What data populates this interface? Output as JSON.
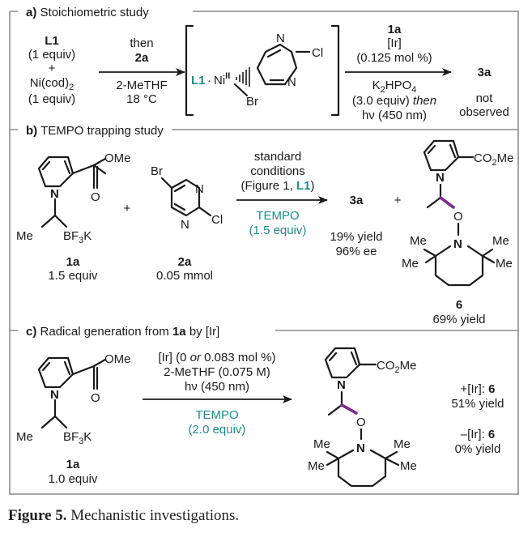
{
  "caption": {
    "label": "Figure 5.",
    "text": "Mechanistic investigations."
  },
  "panel_a": {
    "letter": "a)",
    "title": "Stoichiometric study",
    "reagent1": "L1",
    "reagent1_amount": "(1 equiv)",
    "plus": "+",
    "reagent2": "Ni(cod)",
    "reagent2_sub": "2",
    "reagent2_amount": "(1 equiv)",
    "then": "then",
    "then_reagent": "2a",
    "solvent": "2-MeTHF",
    "temp": "18 °C",
    "complex_ligand": "L1",
    "complex_metal": "Ni",
    "complex_ox": "II",
    "N1": "N",
    "N2": "N",
    "Cl": "Cl",
    "Br": "Br",
    "above_arrow": [
      "1a",
      "[Ir]",
      "(0.125 mol %)"
    ],
    "below_arrow_base": "K",
    "below_arrow_sub1": "2",
    "below_arrow_mid": "HPO",
    "below_arrow_sub2": "4",
    "below_arrow_equiv": "(3.0 equiv)",
    "below_arrow_then": "then",
    "light": "hν (450 nm)",
    "product": "3a",
    "product_status_1": "not",
    "product_status_2": "observed"
  },
  "panel_b": {
    "letter": "b)",
    "title": "TEMPO trapping study",
    "s1_N": "N",
    "s1_O": "O",
    "s1_OMe": "OMe",
    "s1_Me": "Me",
    "s1_BF3K_a": "BF",
    "s1_BF3K_sub": "3",
    "s1_BF3K_b": "K",
    "s1_label": "1a",
    "s1_amount": "1.5 equiv",
    "plus1": "+",
    "s2_Br": "Br",
    "s2_N1": "N",
    "s2_N2": "N",
    "s2_Cl": "Cl",
    "s2_label": "2a",
    "s2_amount": "0.05 mmol",
    "above_arrow": [
      "standard",
      "conditions",
      "(Figure 1,",
      "L1",
      ")"
    ],
    "below_arrow": [
      "TEMPO",
      "(1.5 equiv)"
    ],
    "product": "3a",
    "product_yield": "19% yield",
    "product_ee": "96% ee",
    "plus2": "+",
    "p6_N": "N",
    "p6_CO2Me_a": "CO",
    "p6_CO2Me_sub": "2",
    "p6_CO2Me_b": "Me",
    "p6_O": "O",
    "p6_N2": "N",
    "p6_Me": [
      "Me",
      "Me",
      "Me"
    ],
    "p6_label": "6",
    "p6_yield": "69% yield"
  },
  "panel_c": {
    "letter": "c)",
    "title_pre": "Radical generation from",
    "title_bold": "1a",
    "title_post": "by [Ir]",
    "s_N": "N",
    "s_O": "O",
    "s_OMe": "OMe",
    "s_Me": "Me",
    "s_BF3K_a": "BF",
    "s_BF3K_sub": "3",
    "s_BF3K_b": "K",
    "s_label": "1a",
    "s_amount": "1.0 equiv",
    "above_arrow_1a": "[Ir] (0",
    "above_arrow_1b": "or",
    "above_arrow_1c": "0.083 mol %)",
    "above_arrow_2": "2-MeTHF (0.075 M)",
    "above_arrow_3": "hν (450 nm)",
    "below_arrow": [
      "TEMPO",
      "(2.0 equiv)"
    ],
    "p_N": "N",
    "p_CO2Me_a": "CO",
    "p_CO2Me_sub": "2",
    "p_CO2Me_b": "Me",
    "p_O": "O",
    "p_N2": "N",
    "p_Me": [
      "Me",
      "Me",
      "Me"
    ],
    "result1_label": "+[Ir]:",
    "result1_product": "6",
    "result1_yield": "51% yield",
    "result2_label": "–[Ir]:",
    "result2_product": "6",
    "result2_yield": "0% yield"
  }
}
